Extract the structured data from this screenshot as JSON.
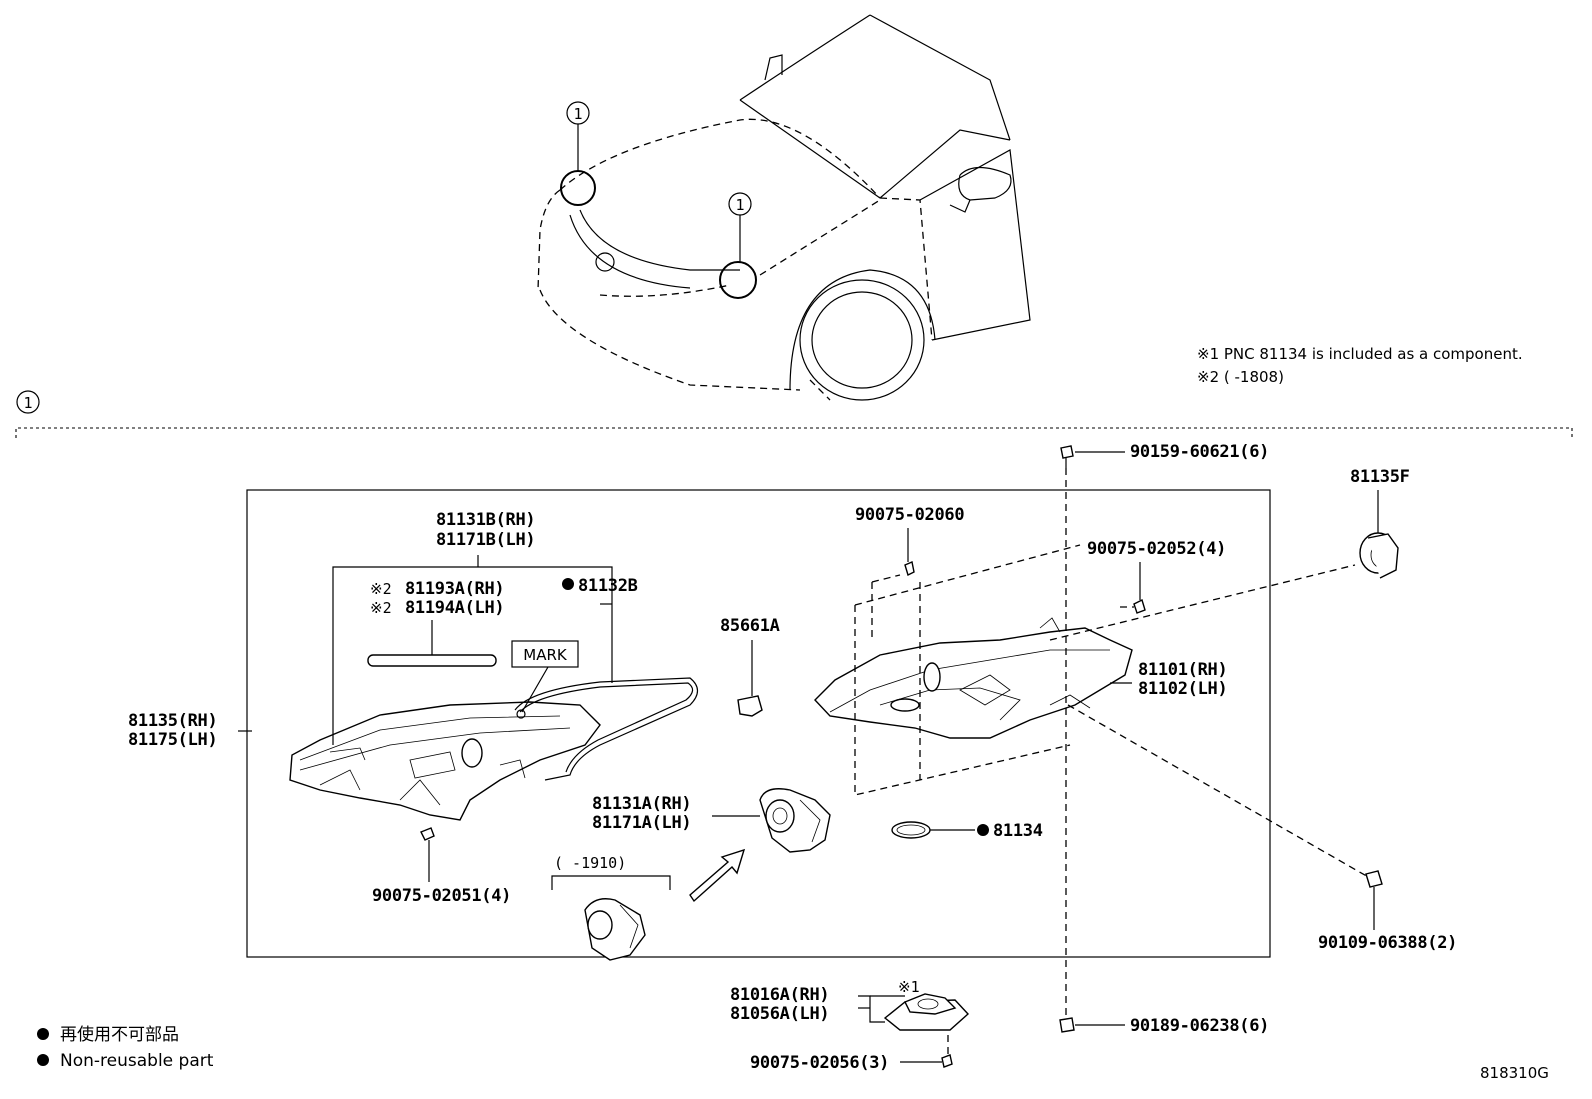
{
  "notes": {
    "note1": "※1 PNC 81134 is included as a component.",
    "note2": "※2 (      -1808)"
  },
  "callouts": {
    "top_left": "1",
    "top_center": "1",
    "section": "1"
  },
  "labels": {
    "p81131B": "81131B(RH)",
    "p81171B": "81171B(LH)",
    "p81193A": "81193A(RH)",
    "p81194A": "81194A(LH)",
    "ref2a": "※2",
    "ref2b": "※2",
    "p81132B": "81132B",
    "mark": "MARK",
    "p85661A": "85661A",
    "p81135RH": "81135(RH)",
    "p81175LH": "81175(LH)",
    "p90075_02060": "90075-02060",
    "p90075_02052": "90075-02052(4)",
    "p90159_60621": "90159-60621(6)",
    "p81135F": "81135F",
    "p81101": "81101(RH)",
    "p81102": "81102(LH)",
    "p81131A": "81131A(RH)",
    "p81171A": "81171A(LH)",
    "p81134": "81134",
    "p1910": "(      -1910)",
    "p90075_02051": "90075-02051(4)",
    "p90109_06388": "90109-06388(2)",
    "p81016A": "81016A(RH)",
    "p81056A": "81056A(LH)",
    "ref1": "※1",
    "p90189_06238": "90189-06238(6)",
    "p90075_02056": "90075-02056(3)"
  },
  "legend": {
    "jp": "再使用不可部品",
    "en": "Non-reusable part"
  },
  "figure_id": "818310G"
}
